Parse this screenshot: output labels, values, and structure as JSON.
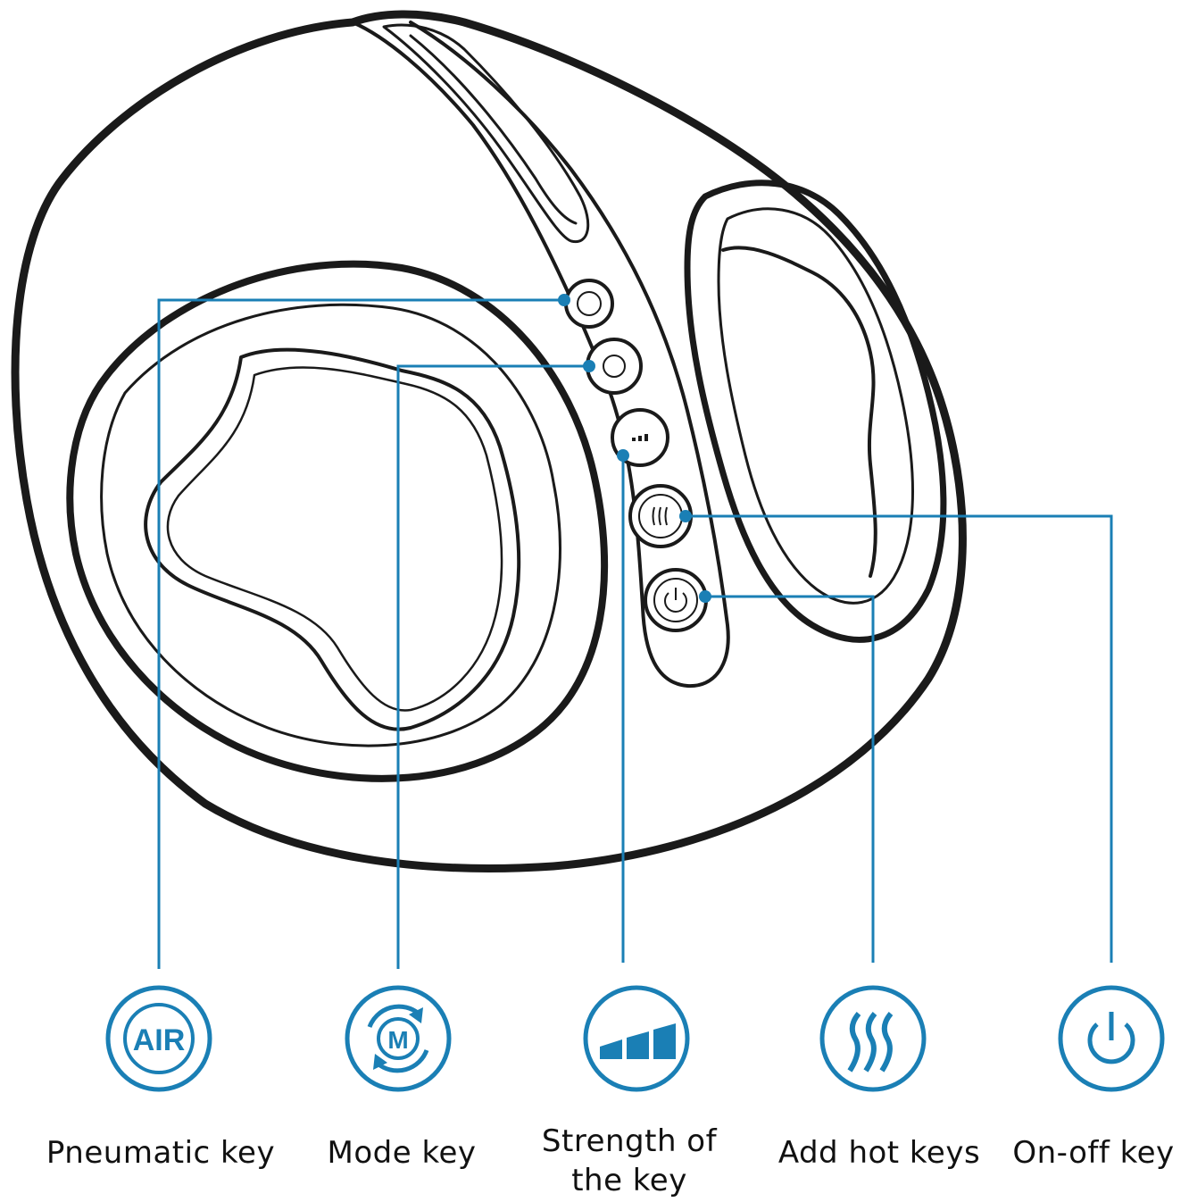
{
  "colors": {
    "accent": "#1a7fb5",
    "outline": "#1a1a1a",
    "background": "#ffffff"
  },
  "keys": [
    {
      "id": "pneumatic",
      "label": "Pneumatic key",
      "icon": "air-icon",
      "icon_text": "AIR"
    },
    {
      "id": "mode",
      "label": "Mode key",
      "icon": "mode-icon",
      "icon_text": "M"
    },
    {
      "id": "strength",
      "label": "Strength of the key",
      "label_lines": [
        "Strength of",
        "the key"
      ],
      "icon": "strength-bars-icon"
    },
    {
      "id": "heat",
      "label": "Add hot keys",
      "icon": "heat-icon"
    },
    {
      "id": "power",
      "label": "On-off key",
      "icon": "power-icon"
    }
  ]
}
